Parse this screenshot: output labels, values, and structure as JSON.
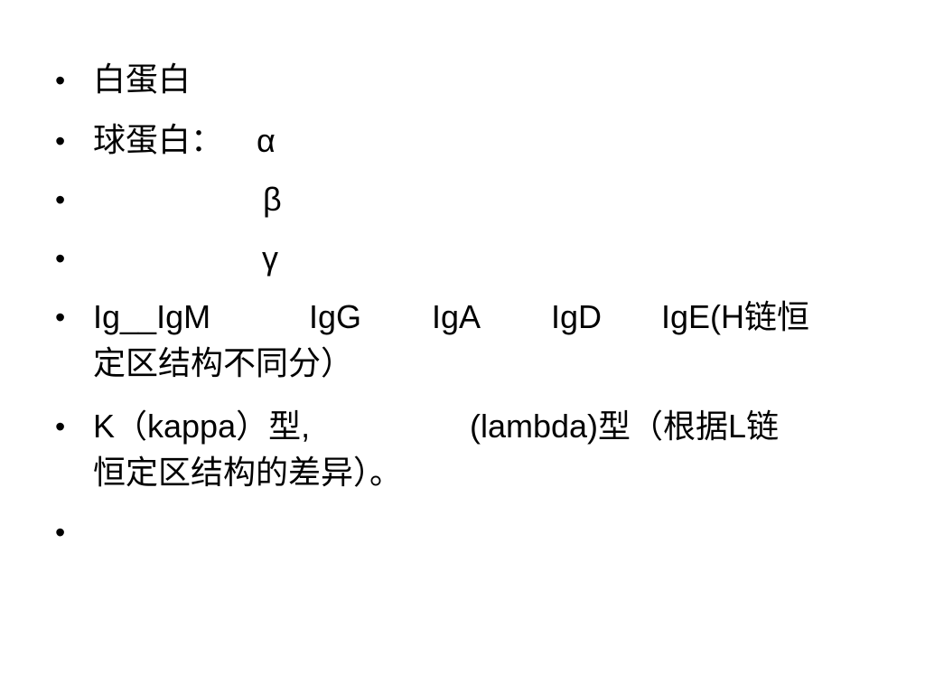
{
  "slide": {
    "bullet_symbol": "•",
    "items": [
      {
        "text": "白蛋白"
      },
      {
        "prefix": "球蛋白：",
        "greek": "α"
      },
      {
        "greek": "β"
      },
      {
        "greek": "γ"
      },
      {
        "line1": {
          "ig": "Ig__IgM",
          "igg": "IgG",
          "iga": "IgA",
          "igd": "IgD",
          "ige": "IgE(H链恒"
        },
        "line2": "定区结构不同分）"
      },
      {
        "line1": {
          "part_a": "K（kappa）型,",
          "part_b": "(lambda)型（根据L链"
        },
        "line2": "恒定区结构的差异）。"
      },
      {
        "text": ""
      }
    ]
  }
}
